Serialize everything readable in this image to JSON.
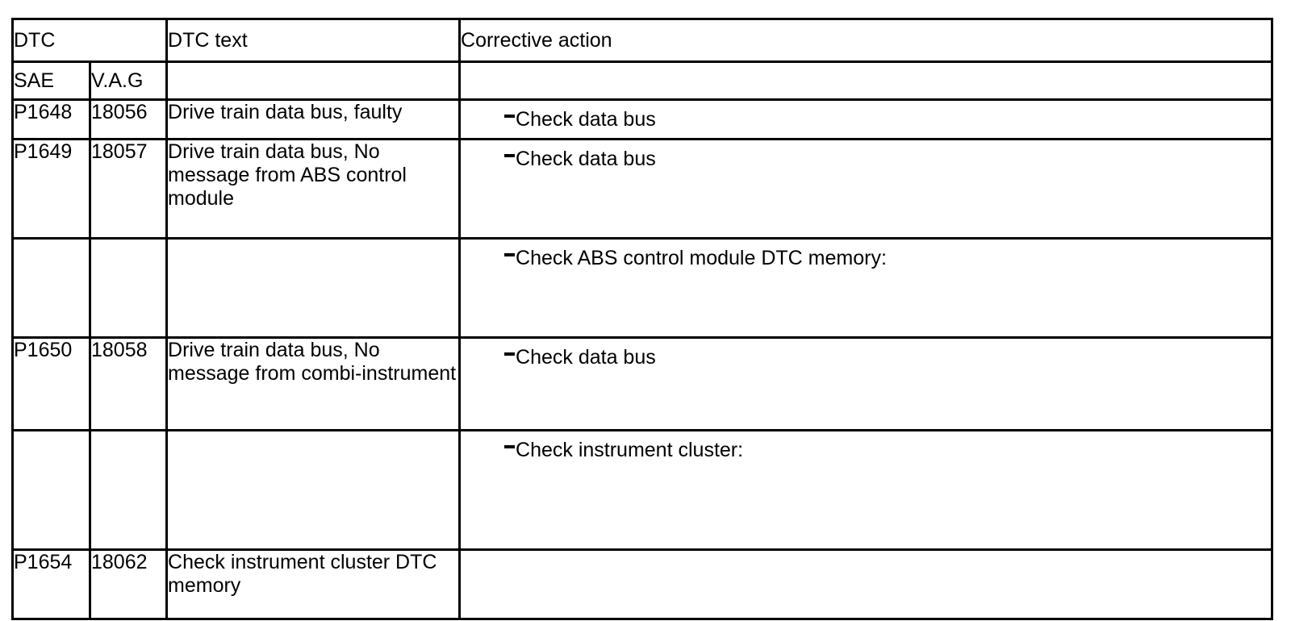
{
  "document": {
    "type": "diagnostic-trouble-code-table",
    "background_color": "#ffffff",
    "text_color": "#000000",
    "border_color": "#000000"
  },
  "table": {
    "headers": {
      "dtc_group": "DTC",
      "dtc_text": "DTC text",
      "corrective_action": "Corrective action",
      "sae": "SAE",
      "vag": "V.A.G"
    },
    "rows": [
      {
        "sae": "P1648",
        "vag": "18056",
        "dtc_text": "Drive train data bus, faulty",
        "actions": [
          {
            "bullet": "dash",
            "text": "Check data bus",
            "rule_above": false
          }
        ]
      },
      {
        "sae": "P1649",
        "vag": "18057",
        "dtc_text": "Drive train data bus, No message from ABS control module",
        "actions": [
          {
            "bullet": "dash",
            "text": "Check data bus",
            "rule_above": false
          }
        ]
      },
      {
        "sae": "",
        "vag": "",
        "dtc_text": "",
        "actions": [
          {
            "bullet": "dash",
            "text": "Check ABS control module DTC memory:",
            "rule_above": false
          }
        ]
      },
      {
        "sae": "P1650",
        "vag": "18058",
        "dtc_text": "Drive train data bus, No message from combi-instrument",
        "actions": [
          {
            "bullet": "dash",
            "text": "Check data bus",
            "rule_above": true
          }
        ]
      },
      {
        "sae": "",
        "vag": "",
        "dtc_text": "",
        "actions": [
          {
            "bullet": "dash",
            "text": "Check instrument cluster:",
            "rule_above": false
          }
        ]
      },
      {
        "sae": "P1654",
        "vag": "18062",
        "dtc_text": "Check instrument cluster DTC memory",
        "actions": []
      }
    ]
  }
}
